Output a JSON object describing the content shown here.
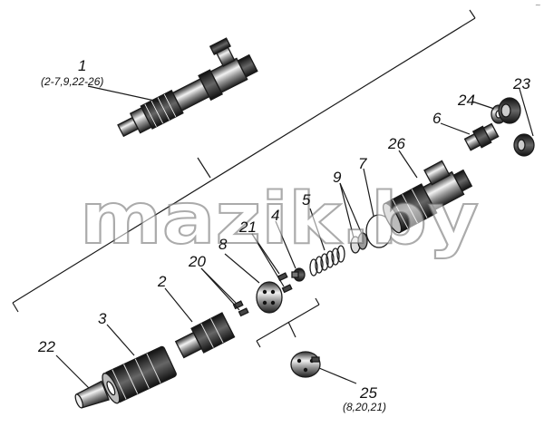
{
  "labels": {
    "p1": "1",
    "p1_sub": "(2-7,9,22-26)",
    "p2": "2",
    "p3": "3",
    "p4": "4",
    "p5": "5",
    "p6": "6",
    "p7": "7",
    "p8": "8",
    "p9": "9",
    "p20": "20",
    "p21": "21",
    "p22": "22",
    "p23": "23",
    "p24": "24",
    "p25": "25",
    "p25_sub": "(8,20,21)",
    "p26": "26"
  },
  "watermark": "mazik.by",
  "corner_mark": "~"
}
